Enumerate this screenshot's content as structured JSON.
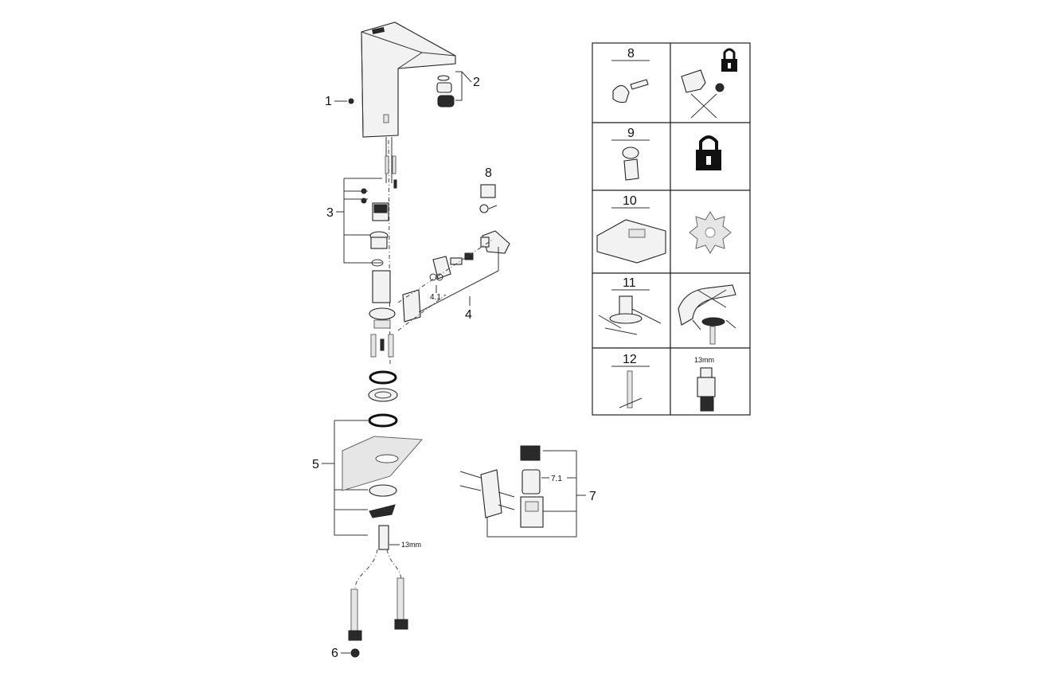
{
  "callouts": {
    "c1": "1",
    "c2": "2",
    "c3": "3",
    "c4": "4",
    "c41": "4.1",
    "c5": "5",
    "c6": "6",
    "c7": "7",
    "c71": "7.1",
    "c8": "8",
    "wrench_main": "13mm"
  },
  "legend": {
    "rows": [
      {
        "number": "8"
      },
      {
        "number": "9"
      },
      {
        "number": "10"
      },
      {
        "number": "11"
      },
      {
        "number": "12",
        "right_label": "13mm"
      }
    ]
  },
  "icons": [
    "lock-icon",
    "gear-icon",
    "no-tool-icon"
  ]
}
